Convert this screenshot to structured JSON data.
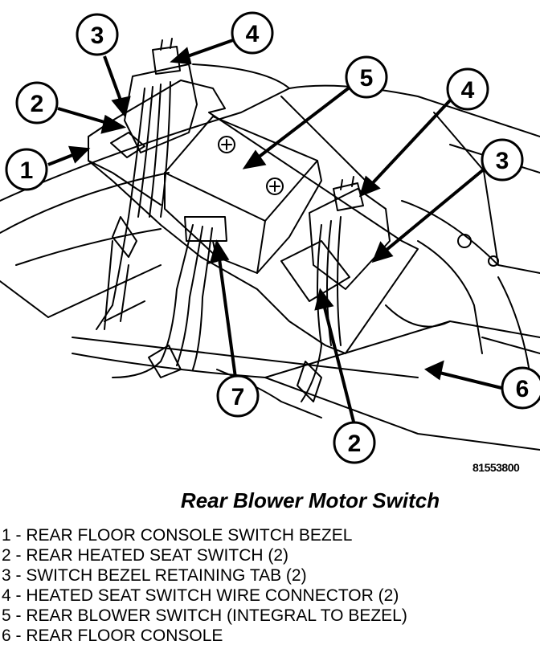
{
  "figure_id": "81553800",
  "caption": "Rear Blower Motor Switch",
  "callouts": [
    {
      "number": "1"
    },
    {
      "number": "2"
    },
    {
      "number": "3"
    },
    {
      "number": "4"
    },
    {
      "number": "5"
    },
    {
      "number": "4"
    },
    {
      "number": "3"
    },
    {
      "number": "6"
    },
    {
      "number": "7"
    },
    {
      "number": "2"
    }
  ],
  "legend": [
    "1 - REAR FLOOR CONSOLE SWITCH BEZEL",
    "2 - REAR HEATED SEAT SWITCH (2)",
    "3 - SWITCH BEZEL RETAINING TAB (2)",
    "4 - HEATED SEAT SWITCH WIRE CONNECTOR (2)",
    "5 - REAR BLOWER SWITCH (INTEGRAL TO BEZEL)",
    "6 - REAR FLOOR CONSOLE"
  ]
}
